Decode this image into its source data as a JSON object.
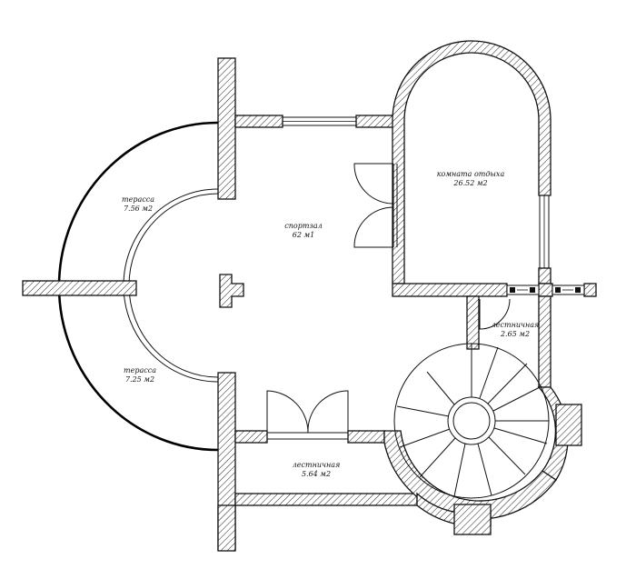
{
  "rooms": [
    {
      "id": "terrace_top",
      "name": "терасса",
      "area": "7.56 м2"
    },
    {
      "id": "terrace_bottom",
      "name": "терасса",
      "area": "7.25 м2"
    },
    {
      "id": "living",
      "name": "спортзал",
      "area": "62 м1"
    },
    {
      "id": "rest",
      "name": "комната отдыха",
      "area": "26.52 м2"
    },
    {
      "id": "small_corridor",
      "name": "лестничная",
      "area": "2.65 м2"
    },
    {
      "id": "bottom_corridor",
      "name": "лестничная",
      "area": "5.64 м2"
    }
  ],
  "colors": {
    "line": "#111111",
    "background": "#ffffff"
  }
}
